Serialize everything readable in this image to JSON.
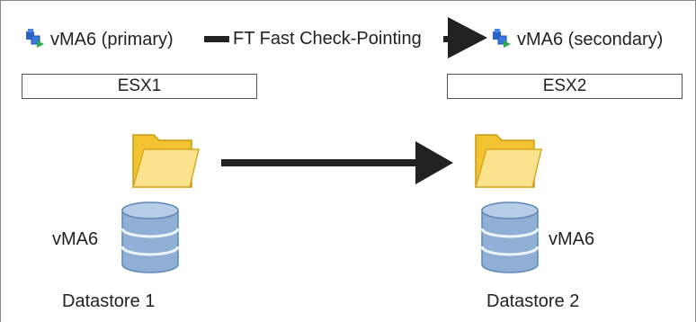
{
  "primary": {
    "vm_label": "vMA6 (primary)",
    "host_label": "ESX1",
    "datastore_vm_label": "vMA6",
    "datastore_label": "Datastore 1"
  },
  "secondary": {
    "vm_label": "vMA6 (secondary)",
    "host_label": "ESX2",
    "datastore_vm_label": "vMA6",
    "datastore_label": "Datastore 2"
  },
  "ft_link": {
    "label": "FT Fast Check-Pointing"
  },
  "icons": {
    "vm": "vm-icon",
    "folder": "folder-icon",
    "database": "database-icon"
  },
  "colors": {
    "arrow": "#222222",
    "vm_blue": "#2a63c9",
    "vm_green": "#2aa84a",
    "folder_back": "#f2c230",
    "folder_front": "#fbe38e",
    "db_fill": "#8fb0d4",
    "db_top": "#b7cde6"
  }
}
